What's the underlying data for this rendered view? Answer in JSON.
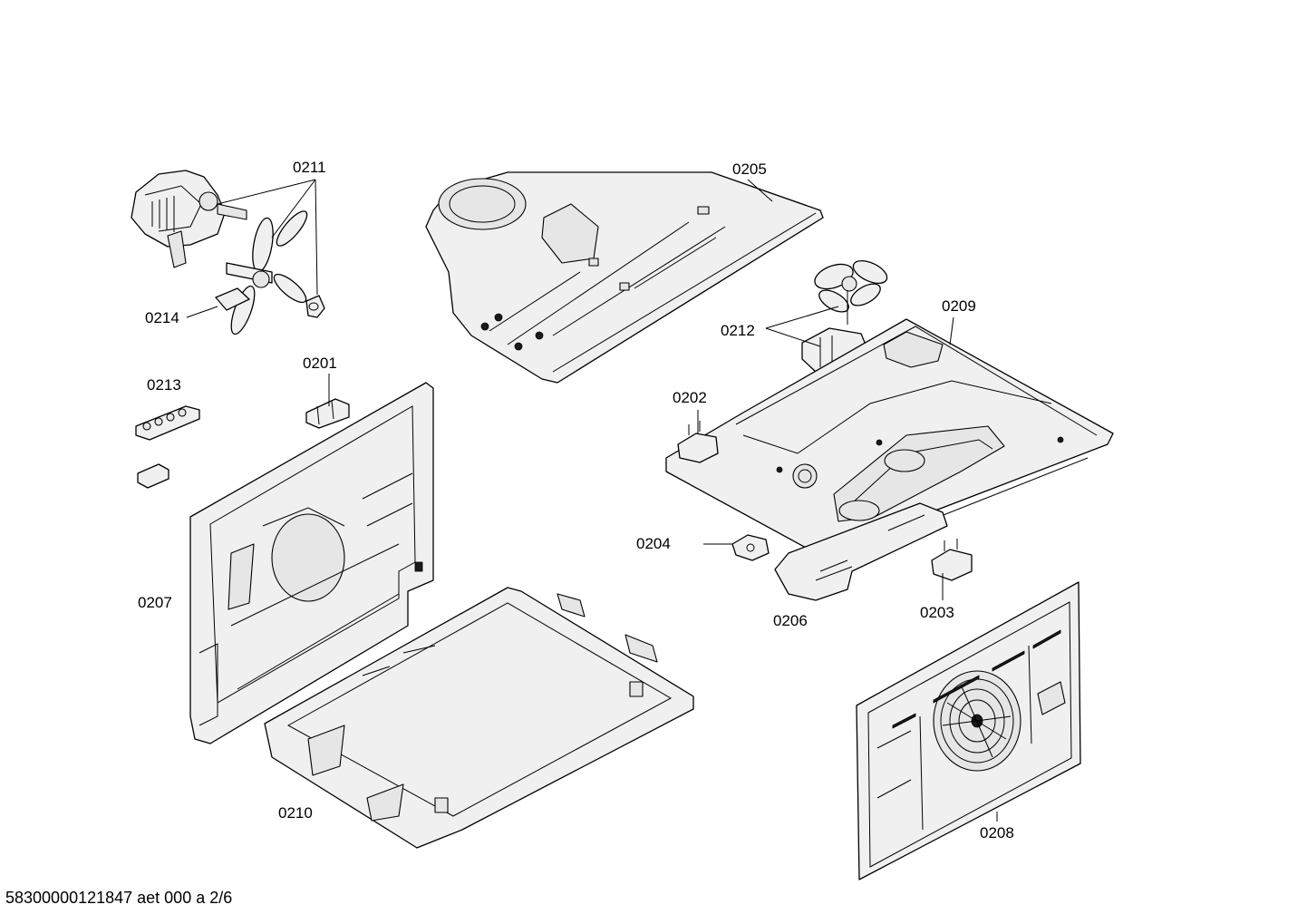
{
  "labels": {
    "p0201": "0201",
    "p0202": "0202",
    "p0203": "0203",
    "p0204": "0204",
    "p0205": "0205",
    "p0206": "0206",
    "p0207": "0207",
    "p0208": "0208",
    "p0209": "0209",
    "p0210": "0210",
    "p0211": "0211",
    "p0212": "0212",
    "p0213": "0213",
    "p0214": "0214"
  },
  "footer": {
    "document_code": "58300000121847 aet 000 a 2/6"
  }
}
